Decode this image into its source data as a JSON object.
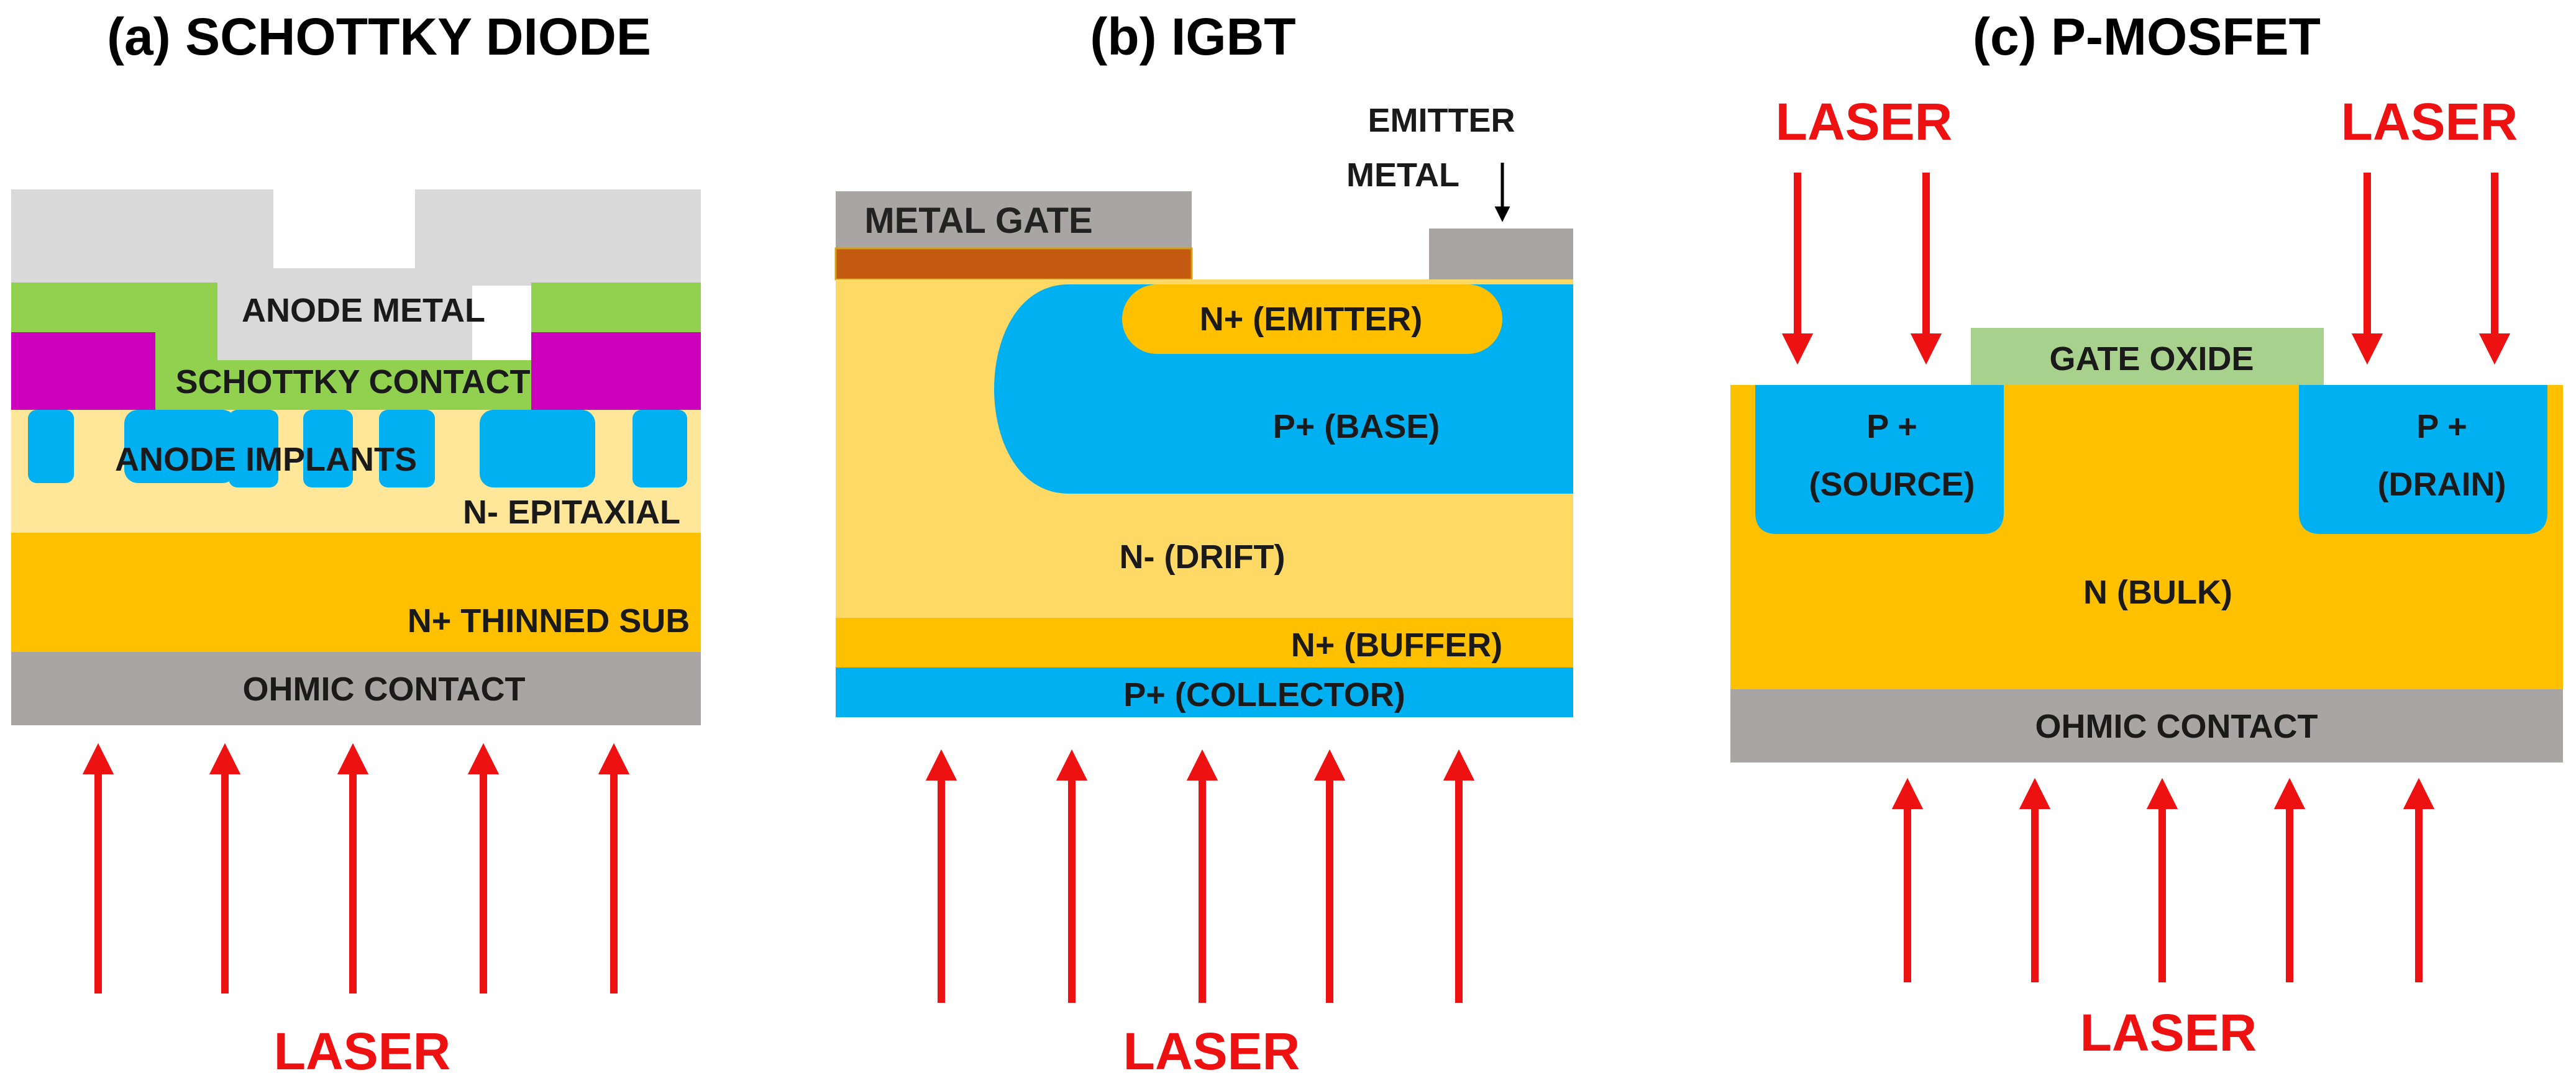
{
  "panels": {
    "a": {
      "title": "(a) SCHOTTKY DIODE",
      "labels": {
        "anode_metal": "ANODE METAL",
        "schottky_contact": "SCHOTTKY CONTACT",
        "anode_implants": "ANODE IMPLANTS",
        "n_epitaxial": "N- EPITAXIAL",
        "n_thinned_sub": "N+ THINNED SUB",
        "ohmic_contact": "OHMIC CONTACT"
      },
      "laser": "LASER"
    },
    "b": {
      "title": "(b) IGBT",
      "labels": {
        "metal_gate": "METAL  GATE",
        "emitter_metal_line1": "EMITTER",
        "emitter_metal_line2": "METAL",
        "n_emitter": "N+ (EMITTER)",
        "p_base": "P+ (BASE)",
        "n_drift": "N-  (DRIFT)",
        "n_buffer": "N+ (BUFFER)",
        "p_collector": "P+ (COLLECTOR)"
      },
      "laser": "LASER"
    },
    "c": {
      "title": "(c) P-MOSFET",
      "labels": {
        "gate_oxide": "GATE OXIDE",
        "p_source_line1": "P +",
        "p_source_line2": "(SOURCE)",
        "p_drain_line1": "P +",
        "p_drain_line2": "(DRAIN)",
        "n_bulk": "N (BULK)",
        "ohmic_contact": "OHMIC CONTACT"
      },
      "laser_top_left": "LASER",
      "laser_top_right": "LASER",
      "laser_bottom": "LASER"
    }
  },
  "colors": {
    "metal_light_gray": "#d9d9d9",
    "metal_gray": "#aaa5a5",
    "schottky_green": "#92d050",
    "magenta": "#cc00bb",
    "blue_implant": "#00b0f0",
    "epi_light_yellow": "#ffe699",
    "n_plus_orange": "#ffc000",
    "gate_brown": "#c55a11",
    "gate_oxide_green": "#a9d18e",
    "laser_red": "#ee1111"
  }
}
